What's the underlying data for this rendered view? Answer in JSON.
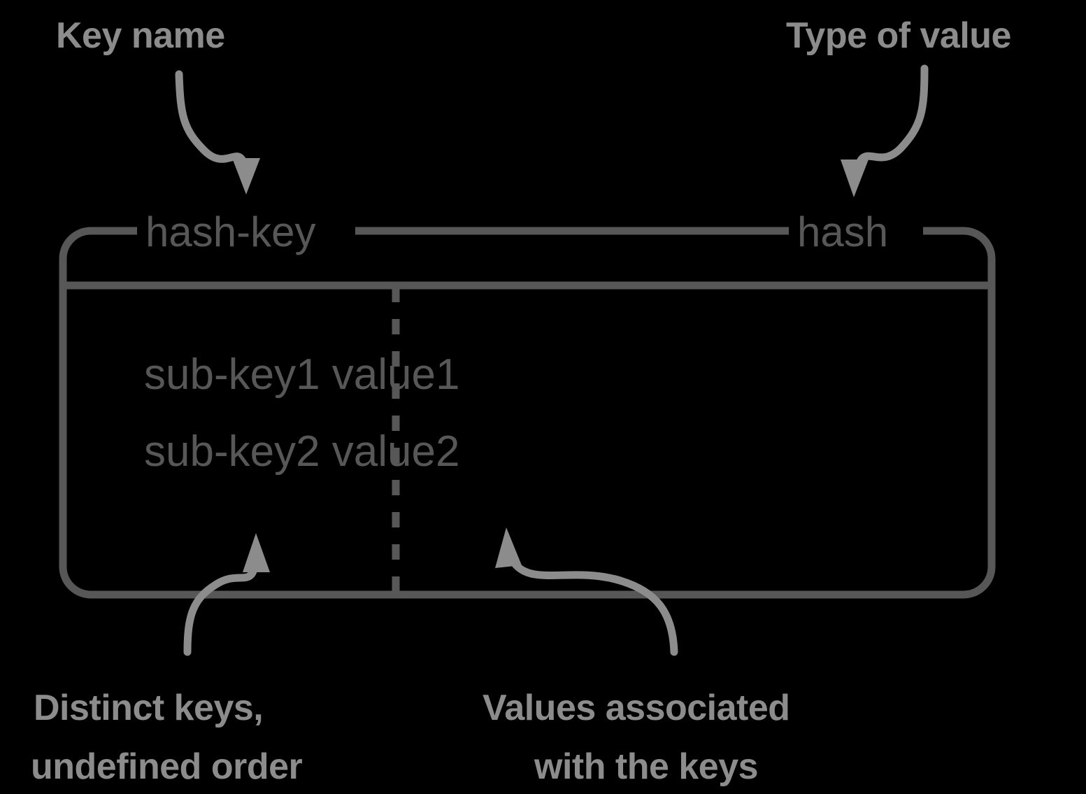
{
  "diagram": {
    "title_key_name": "Key name",
    "title_type_of_value": "Type of value",
    "key_label": "hash-key",
    "type_label": "hash",
    "entries": [
      {
        "sub_key": "sub-key1",
        "value": "value1"
      },
      {
        "sub_key": "sub-key2",
        "value": "value2"
      }
    ],
    "entry_lines": [
      "sub-key1 value1",
      "sub-key2 value2"
    ],
    "footnote_left_line1": "Distinct keys,",
    "footnote_left_line2": "undefined order",
    "footnote_right_line1": "Values associated",
    "footnote_right_line2": "with the keys",
    "colors": {
      "background": "#000000",
      "annotation_text": "#8c8c8c",
      "box_stroke": "#575757",
      "box_text": "#575757",
      "arrow": "#8c8c8c"
    }
  }
}
